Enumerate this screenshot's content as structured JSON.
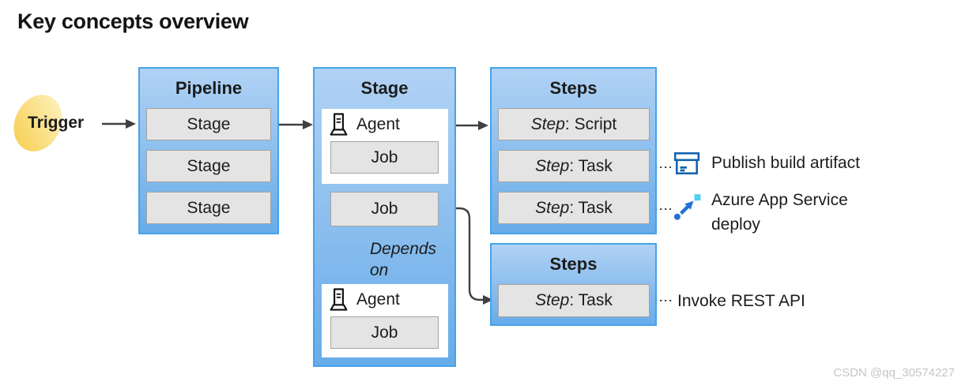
{
  "title": "Key concepts overview",
  "trigger": {
    "label": "Trigger"
  },
  "pipeline": {
    "header": "Pipeline",
    "stages": [
      "Stage",
      "Stage",
      "Stage"
    ]
  },
  "stage": {
    "header": "Stage",
    "agent_groups": [
      {
        "agent_label": "Agent",
        "job_label": "Job"
      },
      {
        "agent_label": "Agent",
        "job_label": "Job"
      }
    ],
    "floating_job_label": "Job",
    "depends_on_label": "Depends on"
  },
  "steps_top": {
    "header": "Steps",
    "items": [
      {
        "prefix": "Step",
        "rest": ": Script"
      },
      {
        "prefix": "Step",
        "rest": ": Task"
      },
      {
        "prefix": "Step",
        "rest": ": Task"
      }
    ]
  },
  "steps_bottom": {
    "header": "Steps",
    "items": [
      {
        "prefix": "Step",
        "rest": ": Task"
      }
    ]
  },
  "annotations": [
    {
      "icon": "publish-build-artifact-icon",
      "label": "Publish build artifact"
    },
    {
      "icon": "azure-app-service-deploy-icon",
      "label": "Azure App Service deploy"
    },
    {
      "icon": null,
      "label": "Invoke REST API"
    }
  ],
  "watermark": "CSDN @qq_30574227",
  "colors": {
    "blue_top": "#b1d2f4",
    "blue_bottom": "#67ace9",
    "blue_border": "#47a2ea",
    "item_bg": "#e4e4e4",
    "item_border": "#a3a3a3",
    "arrow": "#404040",
    "publish_blue": "#0f62ac",
    "deploy_blue": "#2273d4",
    "deploy_cyan": "#4fd0f4",
    "trigger_yellow": "#f7d25c",
    "watermark": "#c6c6c6"
  }
}
